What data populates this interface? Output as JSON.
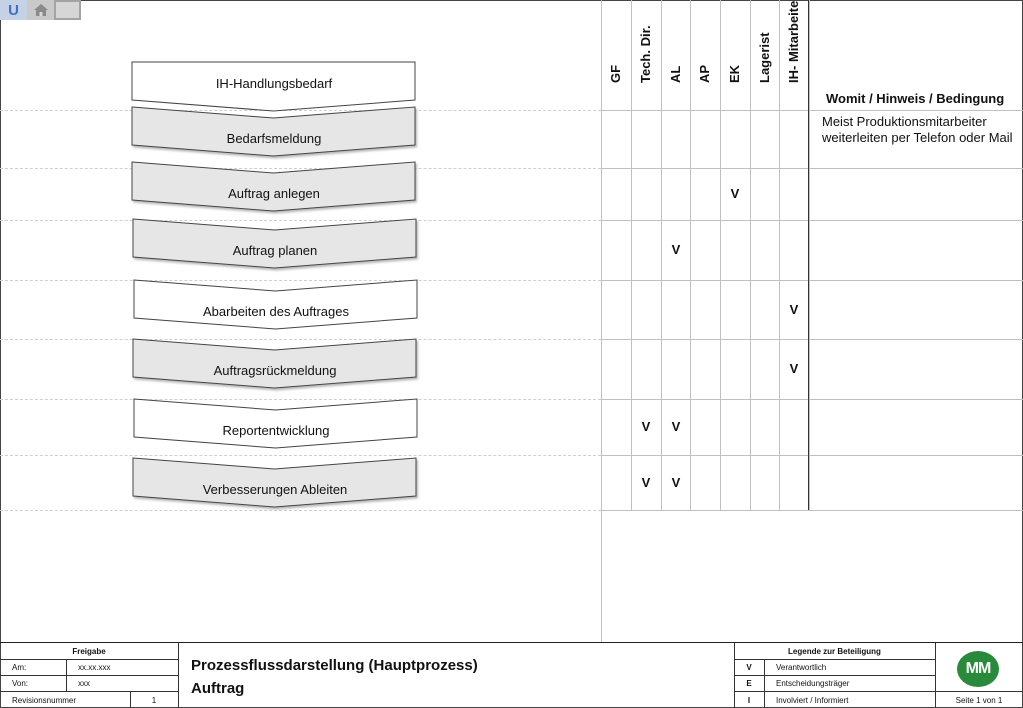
{
  "toolbar": {
    "icons": [
      "undo-icon",
      "home-icon",
      "blank-icon"
    ],
    "undo_glyph": "U"
  },
  "header": {
    "roles": [
      "GF",
      "Tech. Dir.",
      "AL",
      "AP",
      "EK",
      "Lagerist",
      "IH- Mitarbeiter"
    ],
    "comment_header": "Womit / Hinweis / Bedingung"
  },
  "steps": [
    {
      "label": "IH-Handlungsbedarf",
      "shaded": false
    },
    {
      "label": "Bedarfsmeldung",
      "shaded": true
    },
    {
      "label": "Auftrag anlegen",
      "shaded": true
    },
    {
      "label": "Auftrag planen",
      "shaded": true
    },
    {
      "label": "Abarbeiten des Auftrages",
      "shaded": false
    },
    {
      "label": "Auftragsrückmeldung",
      "shaded": true
    },
    {
      "label": "Reportentwicklung",
      "shaded": false
    },
    {
      "label": "Verbesserungen Ableiten",
      "shaded": true
    }
  ],
  "rows": [
    {
      "marks": [
        "",
        "",
        "",
        "",
        "",
        "",
        ""
      ],
      "comment": "Meist Produktionsmitarbeiter weiterleiten per Telefon oder Mail"
    },
    {
      "marks": [
        "",
        "",
        "",
        "",
        "V",
        "",
        ""
      ],
      "comment": ""
    },
    {
      "marks": [
        "",
        "",
        "V",
        "",
        "",
        "",
        ""
      ],
      "comment": ""
    },
    {
      "marks": [
        "",
        "",
        "",
        "",
        "",
        "",
        "V"
      ],
      "comment": ""
    },
    {
      "marks": [
        "",
        "",
        "",
        "",
        "",
        "",
        "V"
      ],
      "comment": ""
    },
    {
      "marks": [
        "",
        "V",
        "V",
        "",
        "",
        "",
        ""
      ],
      "comment": ""
    },
    {
      "marks": [
        "",
        "V",
        "V",
        "",
        "",
        "",
        ""
      ],
      "comment": ""
    }
  ],
  "footer": {
    "freigabe": "Freigabe",
    "am_label": "Am:",
    "am_value": "xx.xx.xxx",
    "von_label": "Von:",
    "von_value": "xxx",
    "rev_label": "Revisionsnummer",
    "rev_value": "1",
    "title1": "Prozessflussdarstellung (Hauptprozess)",
    "title2": "Auftrag",
    "legend_title": "Legende zur Beteiligung",
    "legend": [
      {
        "key": "V",
        "text": "Verantwortlich"
      },
      {
        "key": "E",
        "text": "Entscheidungsträger"
      },
      {
        "key": "I",
        "text": "Involviert / Informiert"
      }
    ],
    "page": "Seite 1 von 1",
    "logo_text": "MM"
  }
}
